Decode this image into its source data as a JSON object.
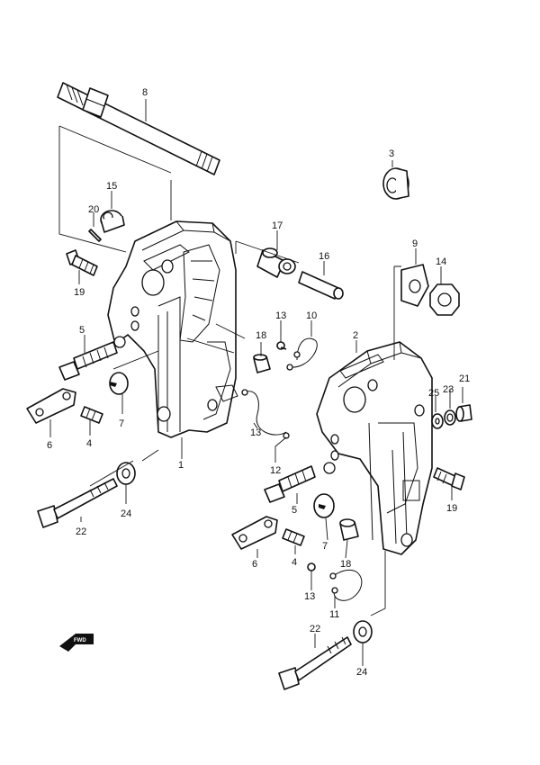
{
  "callouts": {
    "p1": "1",
    "p2": "2",
    "p3": "3",
    "p4a": "4",
    "p4b": "4",
    "p5a": "5",
    "p5b": "5",
    "p6a": "6",
    "p6b": "6",
    "p7a": "7",
    "p7b": "7",
    "p8": "8",
    "p9": "9",
    "p10": "10",
    "p11": "11",
    "p12": "12",
    "p13a": "13",
    "p13b": "13",
    "p13c": "13",
    "p14": "14",
    "p15": "15",
    "p16": "16",
    "p17": "17",
    "p18a": "18",
    "p18b": "18",
    "p19a": "19",
    "p19b": "19",
    "p20": "20",
    "p21": "21",
    "p22a": "22",
    "p22b": "22",
    "p23": "23",
    "p24a": "24",
    "p24b": "24",
    "p25": "25"
  },
  "fwd_arrow": {
    "label": "FWD"
  }
}
